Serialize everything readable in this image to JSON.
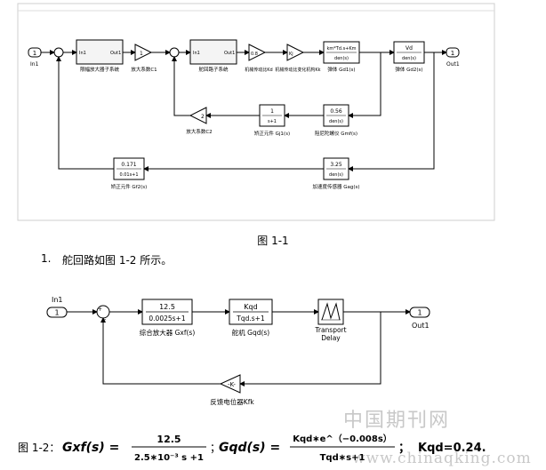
{
  "fig1": {
    "in_label": "In1",
    "in_port": "1",
    "out_label": "Out1",
    "out_port": "1",
    "block1_in": "In1",
    "block1_out": "Out1",
    "block1_label": "限幅放大器子系统",
    "gain1_label": "放大系数C1",
    "block2_in": "In1",
    "block2_out": "Out1",
    "block2_label": "舵回路子系统",
    "sat_value": "0.8",
    "sat_label": "机械传动比Kd",
    "gain_k_value": "Kj",
    "gain_k_label": "机械传动比变化机构Kk",
    "tf1_num": "km*Td.s+Km",
    "tf1_den": "den(s)",
    "tf1_label": "弹体 Gd1(s)",
    "tf2_num": "Vd",
    "tf2_den": "den(s)",
    "tf2_label": "弹体 Gd2(s)",
    "gain2_value": "2",
    "gain2_label": "放大系数C2",
    "tf3_num": "1",
    "tf3_den": "s+1",
    "tf3_label": "矫正元件 Gj1(s)",
    "tf4_num": "0.56",
    "tf4_den": "den(s)",
    "tf4_label": "阻尼陀螺仪 Gmf(s)",
    "tf5_num": "0.171",
    "tf5_den": "0.01s+1",
    "tf5_label": "矫正元件 Gf2(s)",
    "tf6_num": "3.25",
    "tf6_den": "den(s)",
    "tf6_label": "加速度传感器 Gag(s)",
    "caption": "图 1-1"
  },
  "list_item": {
    "number": "1.",
    "text": "舵回路如图 1-2 所示。"
  },
  "fig2": {
    "in_label": "In1",
    "in_port": "1",
    "out_label": "Out1",
    "out_port": "1",
    "tf1_num": "12.5",
    "tf1_den": "0.0025s+1",
    "tf1_label": "综合放大器 Gxf(s)",
    "tf2_num": "Kqd",
    "tf2_den": "Tqd.s+1",
    "tf2_label": "舵机 Gqd(s)",
    "delay_label_1": "Transport",
    "delay_label_2": "Delay",
    "fb_value": "-K-",
    "fb_label": "反馈电位器Kfk"
  },
  "formula": {
    "prefix": "图 1-2：",
    "gxf_lhs": "Gxf(s) =",
    "gxf_num": "12.5",
    "gxf_den": "2.5∗10⁻³ s +1",
    "sep": "；",
    "gqd_lhs": "Gqd(s) =",
    "gqd_num": "Kqd∗e^（−0.008s）",
    "gqd_den": "Tqd∗s+1",
    "semi": "；",
    "kqd": "Kqd=0.24."
  },
  "watermark": {
    "cn": "中国期刊网",
    "url": "www.chinaqking.com"
  }
}
